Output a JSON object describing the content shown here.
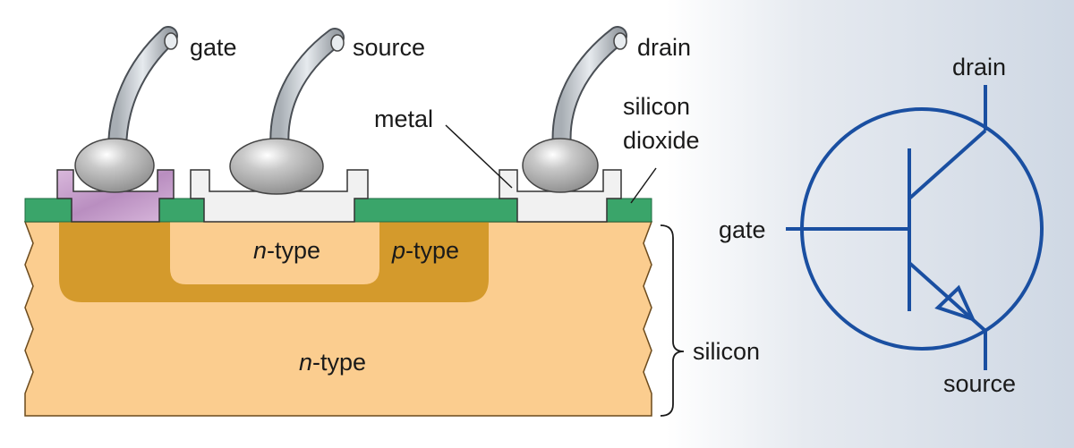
{
  "cross_section": {
    "terminal_labels": {
      "gate": "gate",
      "source": "source",
      "drain": "drain"
    },
    "metal_label": "metal",
    "oxide_label": {
      "line1": "silicon",
      "line2": "dioxide"
    },
    "region_labels": {
      "inner_n": {
        "italic": "n",
        "rest": "-type"
      },
      "p": {
        "italic": "p",
        "rest": "-type"
      },
      "substrate_n": {
        "italic": "n",
        "rest": "-type"
      }
    },
    "bracket_label": "silicon"
  },
  "symbol": {
    "drain": "drain",
    "gate": "gate",
    "source": "source"
  },
  "colors": {
    "background_left": "#ffffff",
    "background_right": "#d3dbe6",
    "substrate": "#fbcd8f",
    "p_region": "#d49a2c",
    "oxide": "#3aa56a",
    "metal_pad": "#f1f1f1",
    "gate_pad": "#c9a6cc",
    "symbol_line": "#1a4fa1"
  }
}
